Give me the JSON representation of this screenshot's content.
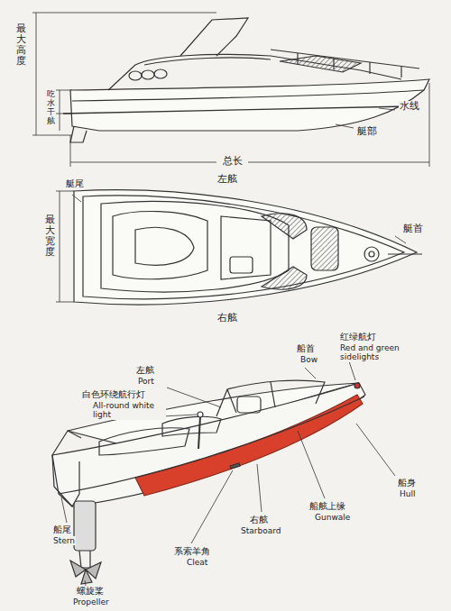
{
  "diagram": {
    "labels": [
      "最大高度",
      "吃水干舷",
      "水线",
      "艇部",
      "总长",
      "左舷",
      "艇尾",
      "最大宽度",
      "艇首",
      "右舷",
      "船首",
      "Bow",
      "红绿航灯",
      "Red and green sidelights",
      "左舷",
      "Port",
      "白色环绕航行灯",
      "All-round white light",
      "船身",
      "Hull",
      "船舷上缘",
      "Gunwale",
      "右舷",
      "Starboard",
      "系索羊角",
      "Cleat",
      "船尾",
      "Stern",
      "螺旋桨",
      "Propeller"
    ]
  }
}
